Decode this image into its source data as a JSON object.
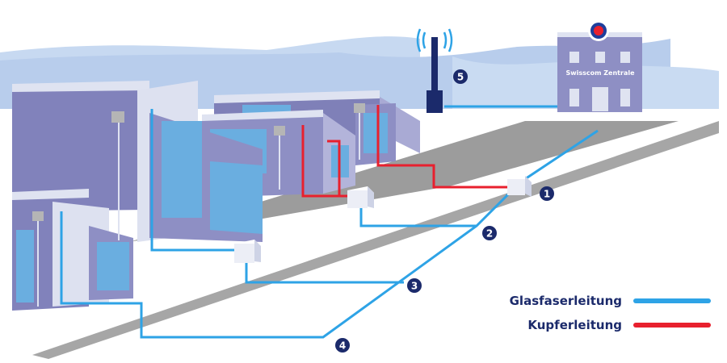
{
  "headquarters": {
    "label": "Swisscom Zentrale"
  },
  "markers": [
    "1",
    "2",
    "3",
    "4",
    "5"
  ],
  "legend": [
    {
      "label": "Glasfaserleitung",
      "color": "#2ea3e6"
    },
    {
      "label": "Kupferleitung",
      "color": "#e8202e"
    }
  ],
  "colors": {
    "fiber": "#2ea3e6",
    "copper": "#e8202e",
    "marker": "#1b2a6b",
    "building": "#8e8fc4",
    "building_light": "#dfe3f1",
    "window": "#6aaee0",
    "hills": "#bdd2ee",
    "road": "#9a9a9a"
  }
}
